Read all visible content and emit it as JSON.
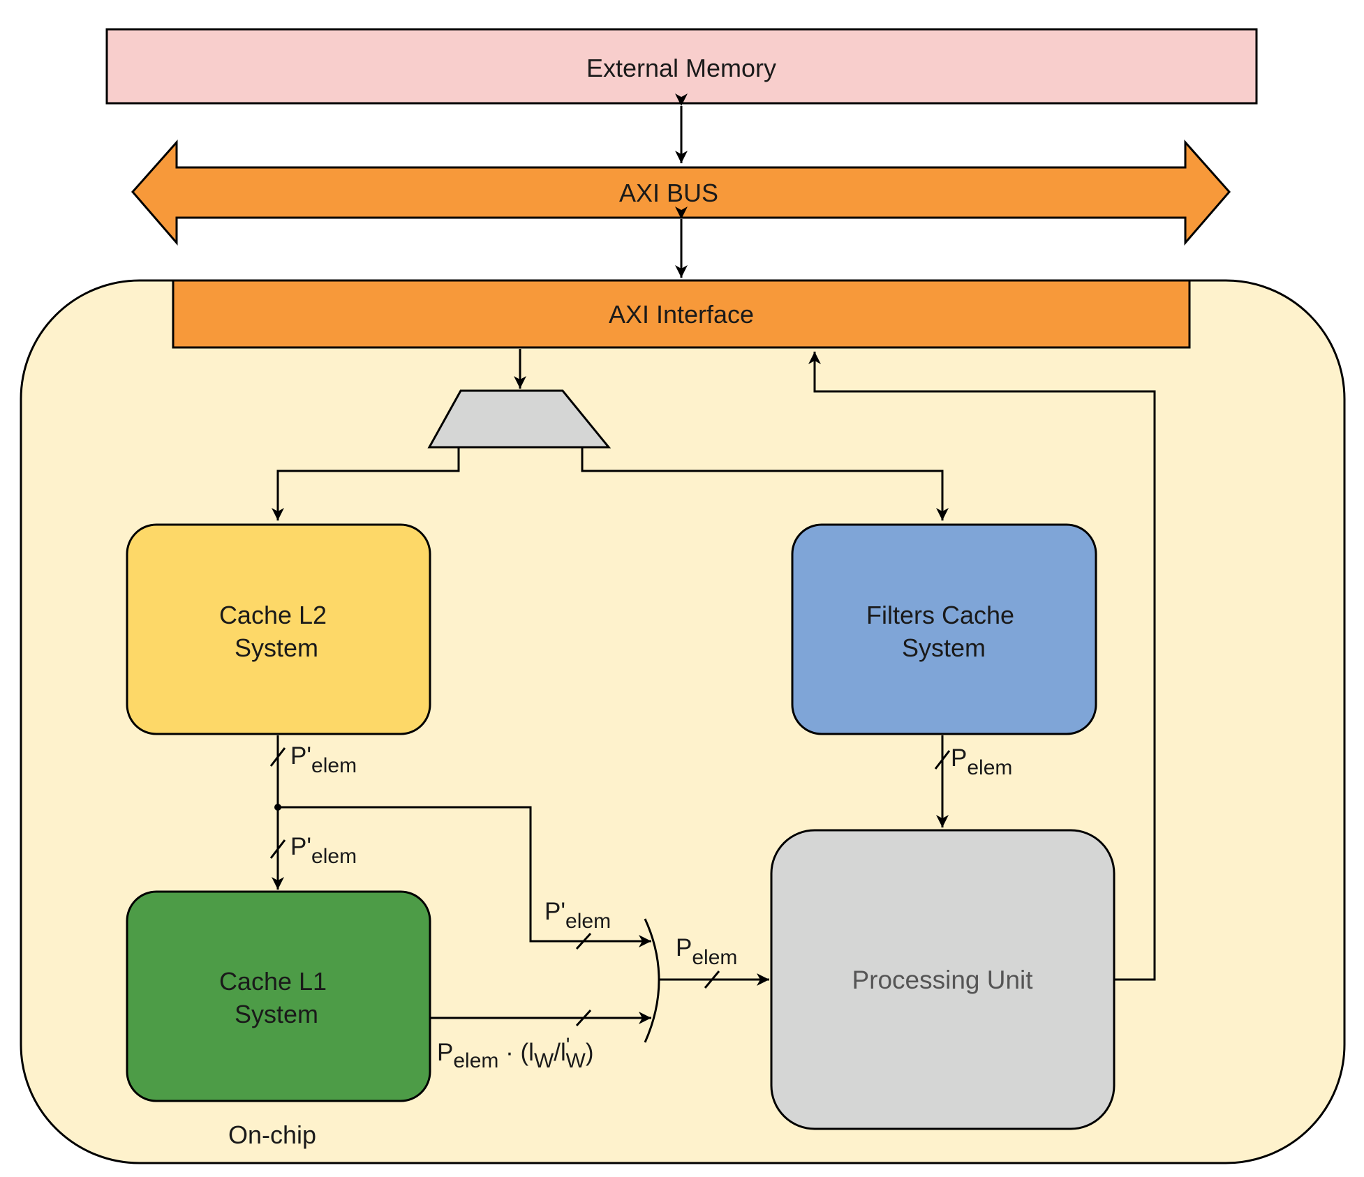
{
  "external_memory": {
    "label": "External Memory",
    "color": "#f8cecc"
  },
  "axi_bus": {
    "label": "AXI BUS",
    "color": "#f7993a"
  },
  "axi_interface": {
    "label": "AXI Interface",
    "color": "#f7993a"
  },
  "onchip": {
    "label": "On-chip",
    "color": "#fef2cc"
  },
  "demux": {
    "color": "#d5d6d5"
  },
  "cache_l2": {
    "line1": "Cache L2",
    "line2": "System",
    "color": "#fdd868"
  },
  "filters_cache": {
    "line1": "Filters Cache",
    "line2": "System",
    "color": "#7fa5d7"
  },
  "cache_l1": {
    "line1": "Cache L1",
    "line2": "System",
    "color": "#4d9c47"
  },
  "processing_unit": {
    "label": "Processing Unit",
    "color": "#d5d6d5"
  },
  "signals": {
    "l2_out": {
      "main": "P'",
      "sub": "elem"
    },
    "l1_in": {
      "main": "P'",
      "sub": "elem"
    },
    "filters_out": {
      "main": "P",
      "sub": "elem"
    },
    "bypass": {
      "main": "P'",
      "sub": "elem"
    },
    "mux_out": {
      "main": "P",
      "sub": "elem"
    },
    "l1_out": {
      "p": "P",
      "p_sub": "elem",
      "dot": " · ",
      "open": "(l",
      "w1": "W",
      "slash": "/l",
      "prime": "'",
      "w2": "W",
      "close": ")"
    }
  }
}
